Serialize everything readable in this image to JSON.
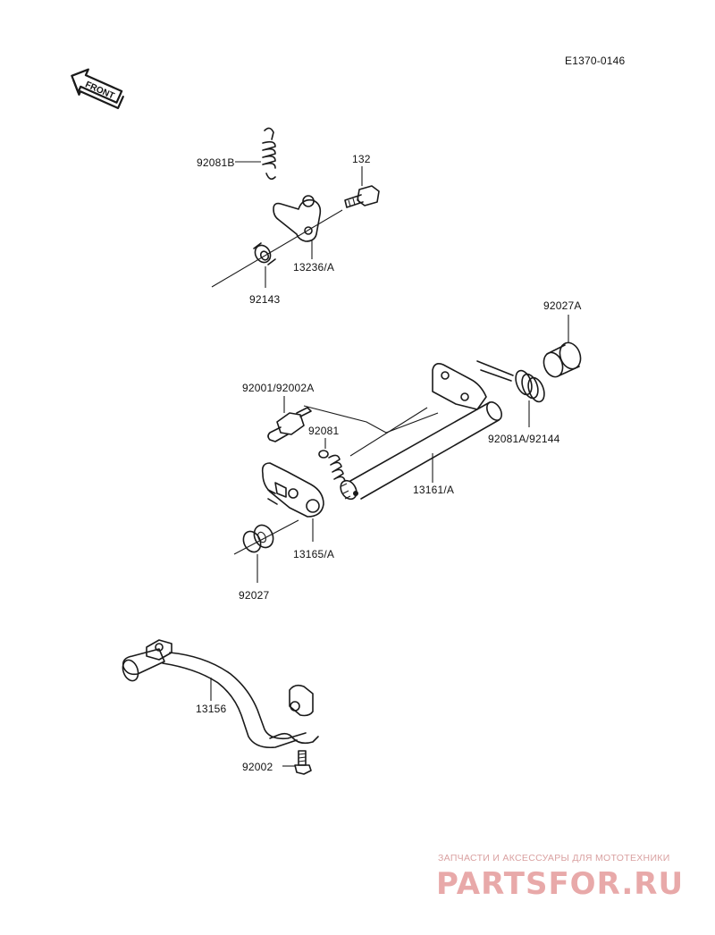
{
  "diagram_code": "E1370-0146",
  "front_label": "FRONT",
  "labels": {
    "p92081B": "92081B",
    "p132": "132",
    "p13236A": "13236/A",
    "p92143": "92143",
    "p92027A": "92027A",
    "p92001": "92001/92002A",
    "p92081": "92081",
    "p92081A": "92081A/92144",
    "p13161A": "13161/A",
    "p13165A": "13165/A",
    "p92027": "92027",
    "p13156": "13156",
    "p92002": "92002"
  },
  "watermark": {
    "tagline": "ЗАПЧАСТИ И АКСЕССУАРЫ ДЛЯ МОТОТЕХНИКИ",
    "logo": "PARTSFOR.RU"
  }
}
